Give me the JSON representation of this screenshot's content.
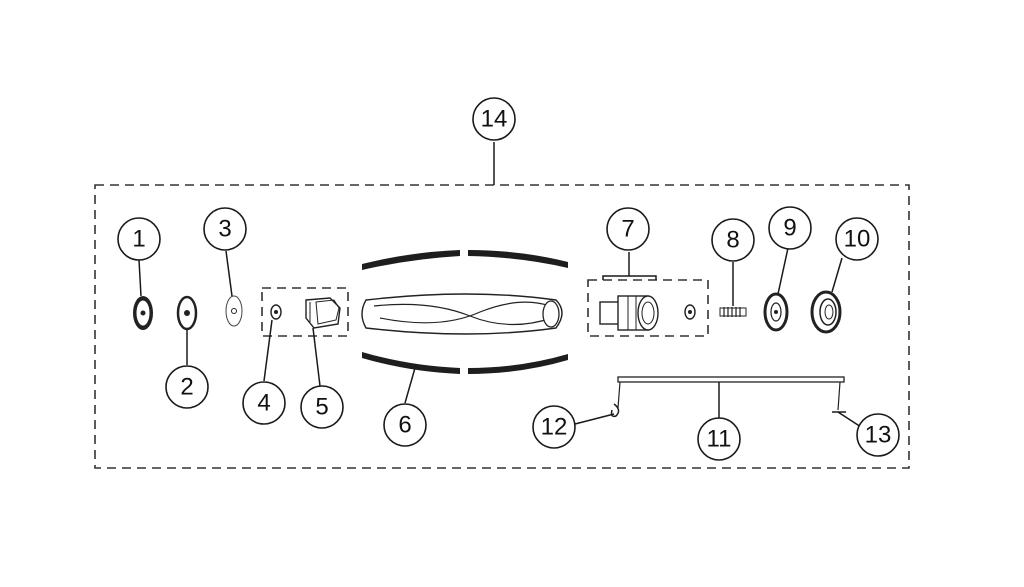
{
  "callouts": {
    "c1": "1",
    "c2": "2",
    "c3": "3",
    "c4": "4",
    "c5": "5",
    "c6": "6",
    "c7": "7",
    "c8": "8",
    "c9": "9",
    "c10": "10",
    "c11": "11",
    "c12": "12",
    "c13": "13",
    "c14": "14"
  },
  "colors": {
    "line": "#1a1a1a",
    "paper": "#ffffff"
  }
}
